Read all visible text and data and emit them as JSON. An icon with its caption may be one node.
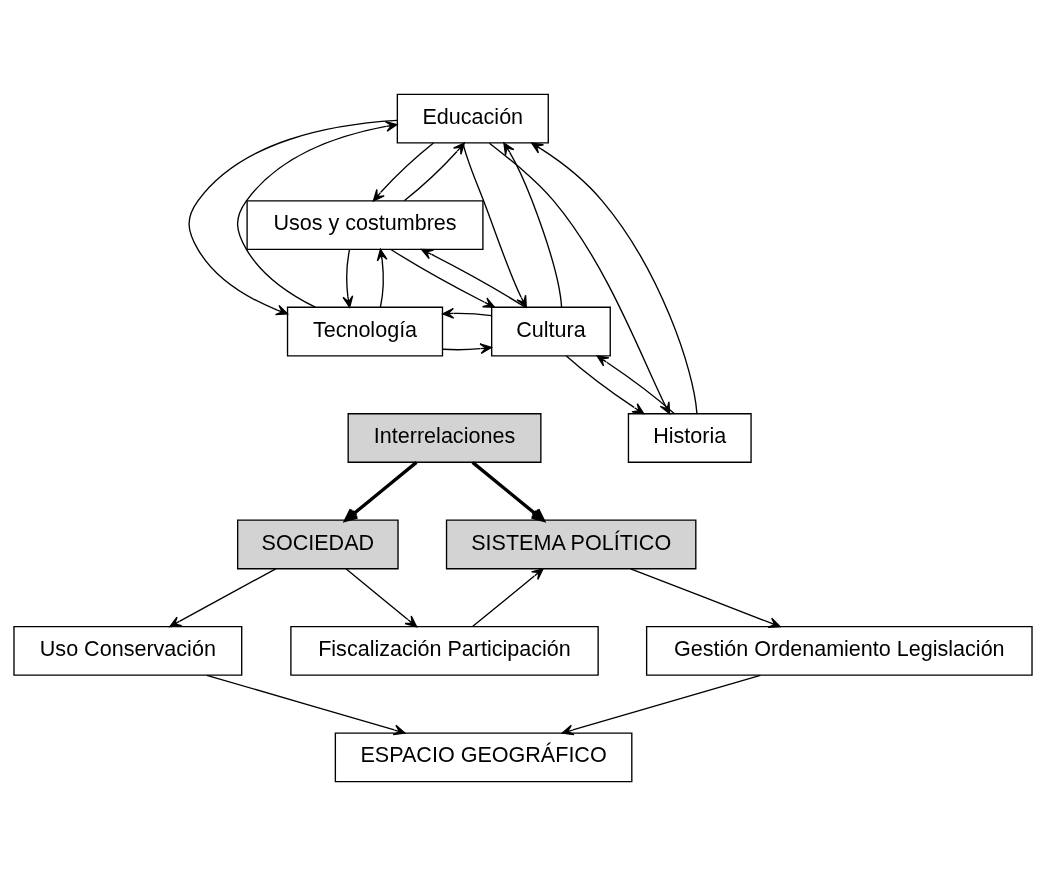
{
  "diagram": {
    "nodes": [
      {
        "text": [
          "Educación"
        ]
      },
      {
        "text": [
          "Usos y costumbres"
        ]
      },
      {
        "text": [
          "Historia"
        ]
      },
      {
        "text": [
          "Tecnología"
        ]
      },
      {
        "text": [
          "Cultura"
        ]
      },
      {
        "text": [
          "Interrelaciones"
        ]
      },
      {
        "text": [
          "SOCIEDAD"
        ]
      },
      {
        "text": [
          "SISTEMA POLÍTICO"
        ]
      },
      {
        "text": [
          "Uso Conservación"
        ]
      },
      {
        "text": [
          "Fiscalización Participación"
        ]
      },
      {
        "text": [
          "Gestión Ordenamiento Legislación"
        ]
      },
      {
        "text": [
          "ESPACIO GEOGRÁFICO"
        ]
      }
    ],
    "edges": [
      {
        "from": 1,
        "to": 0,
        "arrow": "to"
      },
      {
        "from": 0,
        "to": 1,
        "arrow": "to"
      },
      {
        "from": 0,
        "to": 2,
        "arrow": "to"
      },
      {
        "from": 2,
        "to": 0,
        "arrow": "to"
      },
      {
        "from": 1,
        "to": 3,
        "arrow": "to"
      },
      {
        "from": 3,
        "to": 1,
        "arrow": "to"
      },
      {
        "from": 3,
        "to": 0,
        "arrow": "to"
      },
      {
        "from": 0,
        "to": 3,
        "arrow": "to"
      },
      {
        "from": 0,
        "to": 4,
        "arrow": "to"
      },
      {
        "from": 4,
        "to": 0,
        "arrow": "to"
      },
      {
        "from": 4,
        "to": 1,
        "arrow": "to"
      },
      {
        "from": 1,
        "to": 4,
        "arrow": "to"
      },
      {
        "from": 3,
        "to": 4,
        "arrow": "to"
      },
      {
        "from": 4,
        "to": 3,
        "arrow": "to"
      },
      {
        "from": 4,
        "to": 2,
        "arrow": "to"
      },
      {
        "from": 2,
        "to": 4,
        "arrow": "to"
      },
      {
        "from": 5,
        "to": 6,
        "arrow": "to",
        "style": "thick"
      },
      {
        "from": 5,
        "to": 7,
        "arrow": "to",
        "style": "thick"
      },
      {
        "from": 6,
        "to": 8,
        "arrow": "to"
      },
      {
        "from": 6,
        "to": 9,
        "arrow": "to"
      },
      {
        "from": 9,
        "to": 7,
        "arrow": "to"
      },
      {
        "from": 7,
        "to": 10,
        "arrow": "to"
      },
      {
        "from": 8,
        "to": 11,
        "arrow": "to"
      },
      {
        "from": 10,
        "to": 11,
        "arrow": "to"
      }
    ]
  }
}
